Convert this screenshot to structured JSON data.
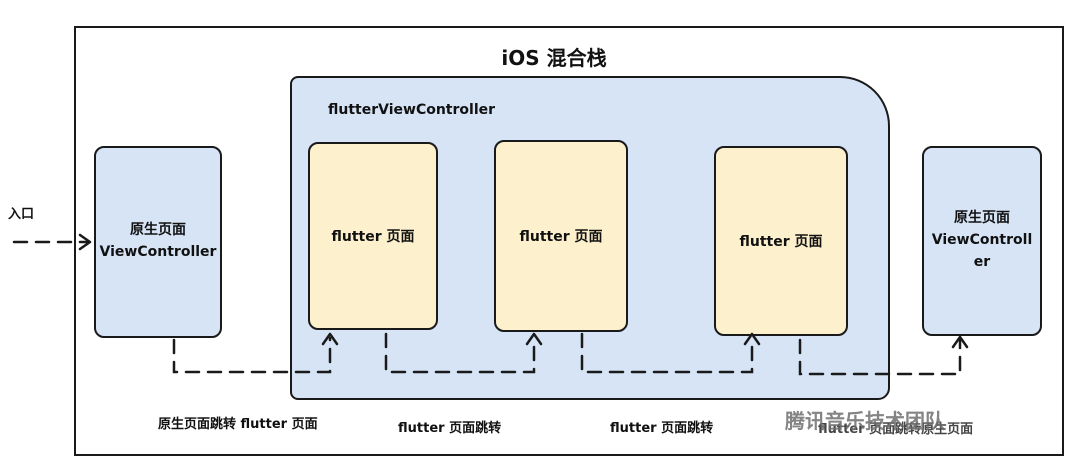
{
  "diagram": {
    "title": "iOS 混合栈",
    "entry_label": "入口",
    "container_label": "flutterViewController",
    "native_left": {
      "line1": "原生页面",
      "line2": "ViewController"
    },
    "flutter_pages": [
      {
        "label": "flutter 页面"
      },
      {
        "label": "flutter 页面"
      },
      {
        "label": "flutter 页面"
      }
    ],
    "native_right": {
      "line1": "原生页面",
      "line2": "ViewControll",
      "line3": "er"
    },
    "captions": {
      "native_to_flutter": "原生页面跳转 flutter 页面",
      "flutter_jump_1": "flutter 页面跳转",
      "flutter_jump_2": "flutter 页面跳转",
      "flutter_to_native": "flutter 页面跳转原生页面"
    },
    "watermark": "腾讯音乐技术团队"
  },
  "colors": {
    "native_fill": "#d6e4f6",
    "flutter_fill": "#fdf0cc",
    "stroke": "#1a1a1a"
  }
}
